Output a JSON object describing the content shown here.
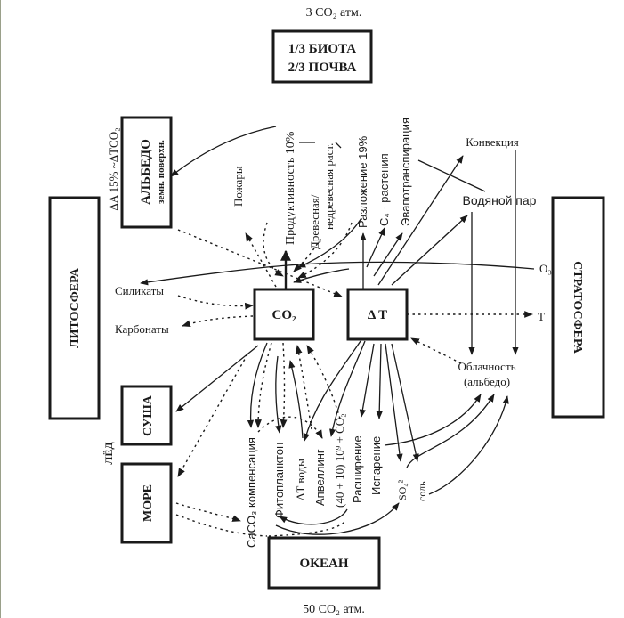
{
  "top_caption": "3 CO₂ атм.",
  "bottom_caption": "50 CO₂ атм.",
  "boxes": {
    "biota_line1": "1/3 БИОТА",
    "biota_line2": "2/3 ПОЧВА",
    "albedo_line1": "АЛЬБЕДО",
    "albedo_line2": "земн. поверхн.",
    "lithosphere": "ЛИТОСФЕРА",
    "stratosphere": "СТРАТОСФЕРА",
    "co2": "CO₂",
    "delta_t": "Δ T",
    "land": "СУША",
    "sea": "МОРЕ",
    "ocean": "ОКЕАН"
  },
  "labels": {
    "albedo_relation": "ΔA 15% ~ΔTCO₂",
    "fires": "Пожары",
    "productivity": "Продуктивность 10%",
    "woody_line1": "Древесная/",
    "woody_line2": "недревесная раст.",
    "decomposition": "Разложение 19%",
    "c4_plants": "C₄ - растения",
    "evapotranspiration": "Эвапотранспирация",
    "convection": "Конвекция",
    "water_vapor": "Водяной пар",
    "ozone": "O₃",
    "temperature": "T",
    "silicates": "Силикаты",
    "carbonates": "Карбонаты",
    "cloudiness_line1": "Облачность",
    "cloudiness_line2": "(альбедо)",
    "ice": "ЛЁД",
    "caco3": "CaCO₃ компенсация",
    "phytoplankton": "Фитопланктон",
    "water_dt": "ΔT воды",
    "upwelling": "Апвеллинг",
    "co2_flux": "(40 + 10) 10⁹ + CO₂",
    "expansion": "Расширение",
    "evaporation": "Испарение",
    "sulfate": "SO₄²",
    "salt": "соль"
  }
}
